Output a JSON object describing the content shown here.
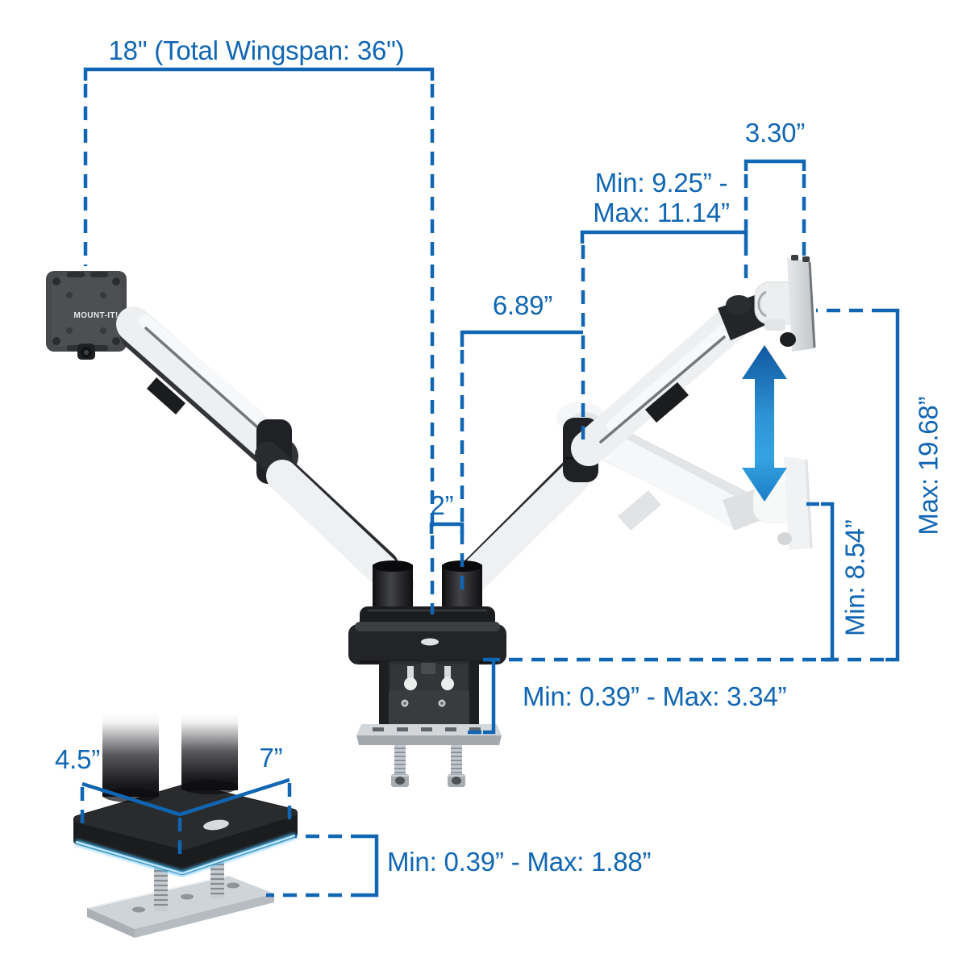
{
  "title": "Dual monitor arm dimension diagram",
  "brand_plate": {
    "label": "MOUNT-IT!"
  },
  "colors": {
    "dimension_blue": "#1166b3",
    "glow_blue": "#45b6f2",
    "arrow_blue_dark": "#11579f",
    "arrow_blue_light": "#35a3e2",
    "arm_white": "#edeff0",
    "hardware_black": "#1c1d1f",
    "silver": "#cfd4d8"
  },
  "labels": {
    "wingspan": "18\" (Total Wingspan: 36\")",
    "top_offset": "3.30”",
    "arm_range_line1": "Min: 9.25” -",
    "arm_range_line2": "Max: 11.14”",
    "forearm_length": "6.89”",
    "pole_gap": "2”",
    "height_max": "Max: 19.68”",
    "height_min": "Min: 8.54”",
    "clamp_thickness_range": "Min: 0.39” - Max: 3.34”",
    "base_depth": "4.5”",
    "base_width": "7”",
    "grommet_thickness_range": "Min: 0.39” - Max: 1.88”"
  }
}
